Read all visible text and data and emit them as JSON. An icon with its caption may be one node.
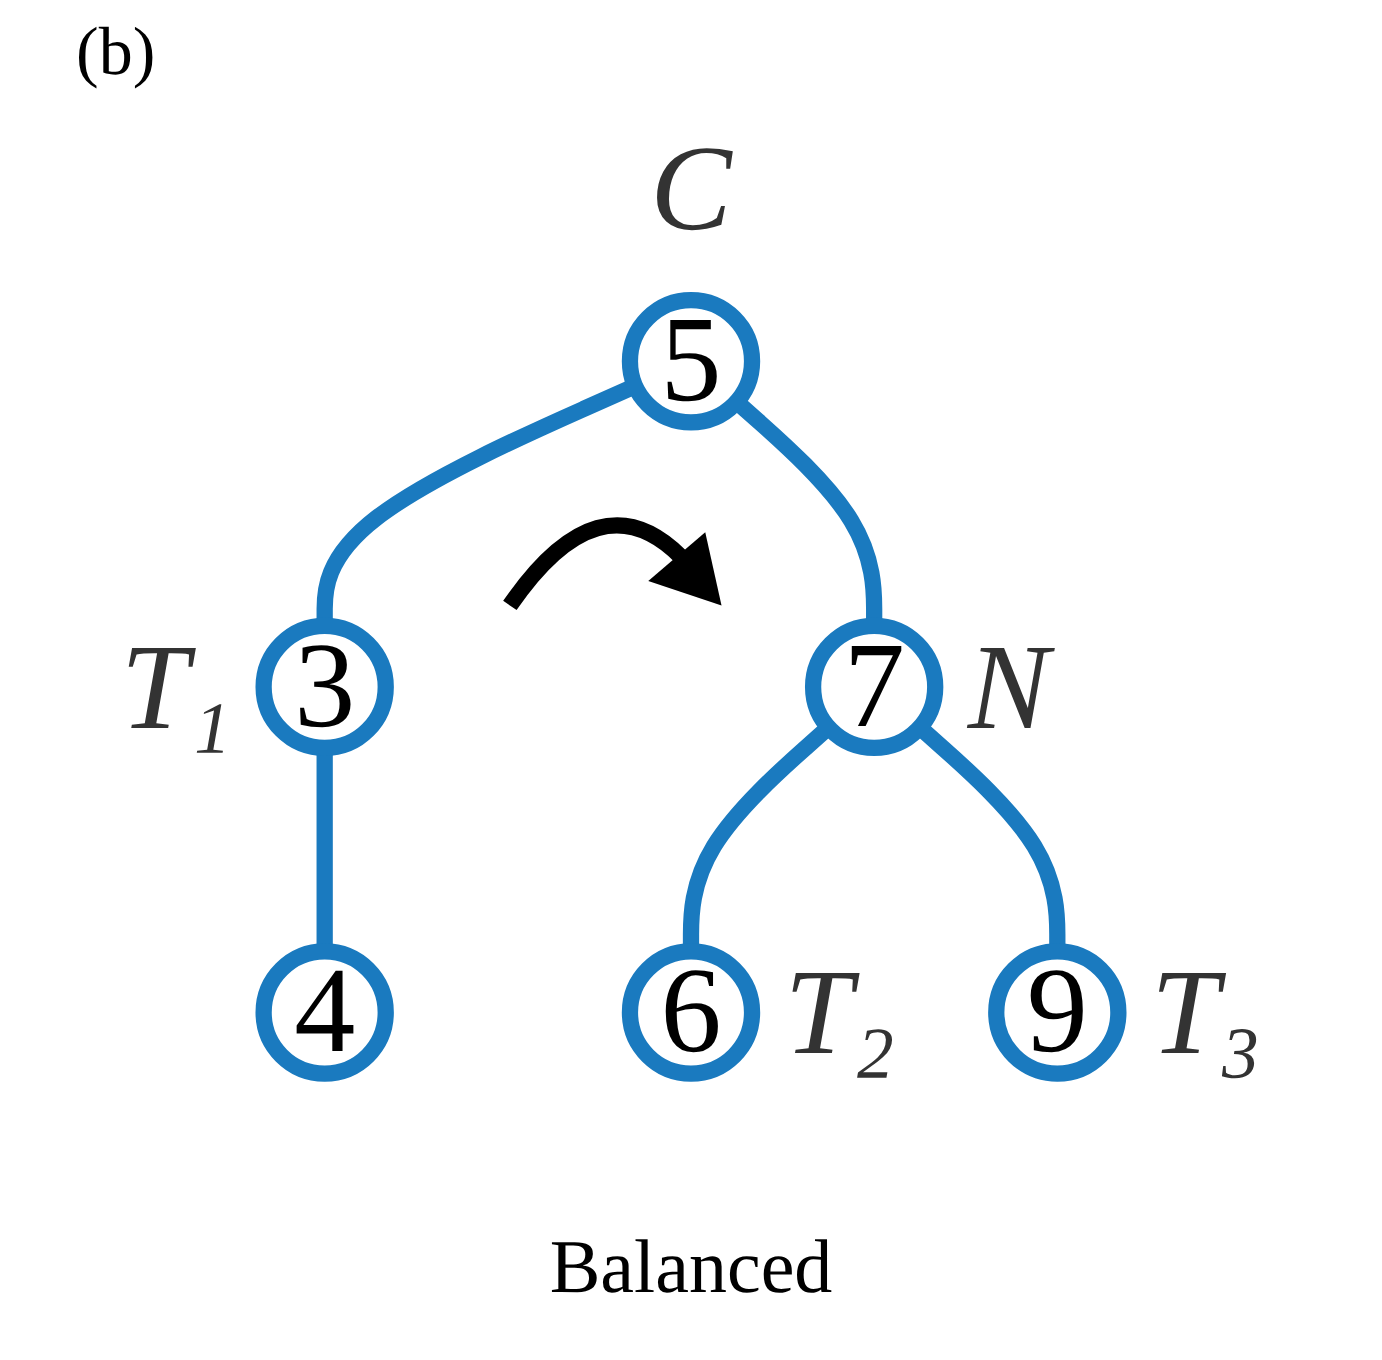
{
  "diagram": {
    "caption": "Balanced",
    "nodes": [
      {
        "text": [
          "5"
        ],
        "beside": [
          "C"
        ]
      },
      {
        "text": [
          "3"
        ],
        "beside": [
          "T₁"
        ]
      },
      {
        "text": [
          "7"
        ],
        "beside": [
          "N"
        ]
      },
      {
        "text": [
          "4"
        ]
      },
      {
        "text": [
          "6"
        ],
        "beside": [
          "T₂"
        ]
      },
      {
        "text": [
          "9"
        ],
        "beside": [
          "T₃"
        ]
      }
    ],
    "edges": [
      {
        "from": 0,
        "to": 1,
        "arrow": "none"
      },
      {
        "from": 0,
        "to": 2,
        "arrow": "none"
      },
      {
        "from": 1,
        "to": 3,
        "arrow": "none"
      },
      {
        "from": 2,
        "to": 4,
        "arrow": "none"
      },
      {
        "from": 2,
        "to": 5,
        "arrow": "none"
      }
    ],
    "labels": [
      "(b)"
    ]
  }
}
